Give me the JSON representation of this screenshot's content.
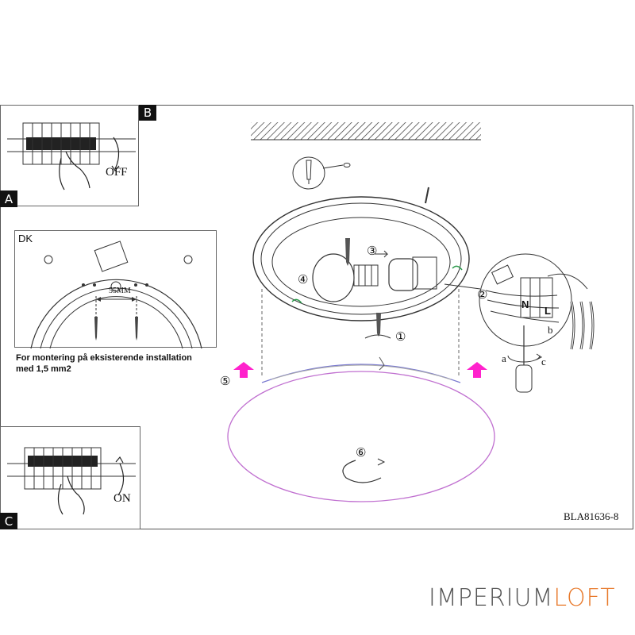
{
  "panels": {
    "b": {
      "tag": "B",
      "action": "OFF"
    },
    "a": {
      "tag": "A"
    },
    "c": {
      "tag": "C",
      "action": "ON"
    },
    "dk": {
      "lang": "DK",
      "dimension": "55MM",
      "note_line1": "For montering på  eksisterende installation",
      "note_line2": "med 1,5 mm2"
    }
  },
  "steps": [
    "①",
    "②",
    "③",
    "④",
    "⑤",
    "⑥"
  ],
  "wiring_labels": {
    "neutral": "N",
    "live": "L",
    "a": "a",
    "b": "b",
    "c": "c"
  },
  "model_ref": "BLA81636-8",
  "brand": {
    "part1": "IMPERIUM",
    "part2": "LOFT"
  },
  "colors": {
    "arrow": "#ff22cc",
    "shade_outline": "#c070d0",
    "brand_accent": "#e87a2c"
  }
}
